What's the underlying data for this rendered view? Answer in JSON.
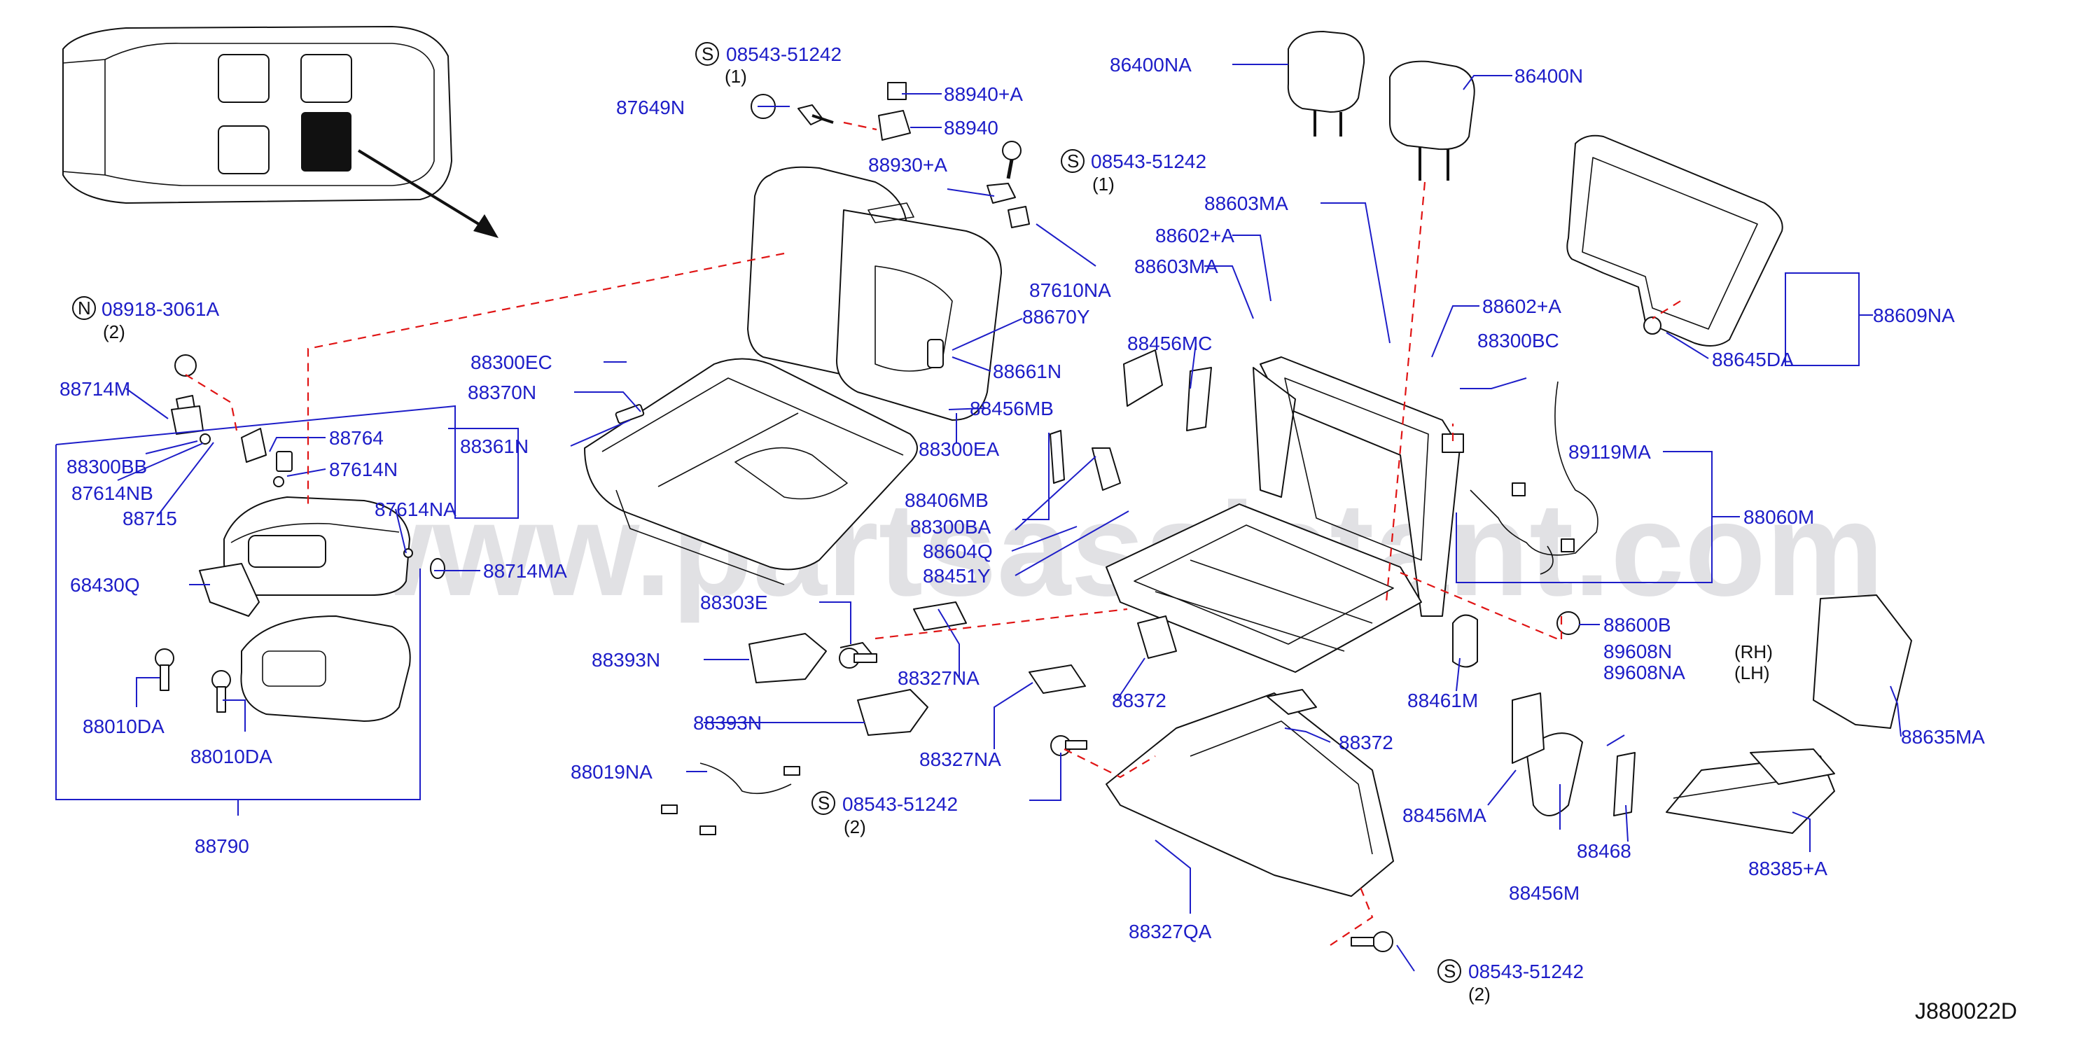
{
  "diagram": {
    "watermark": "www.partsassistant.com",
    "reference_code": "J880022D",
    "symbols": {
      "screw": "S",
      "nut": "N"
    },
    "labels": [
      {
        "id": "08543-51242-a",
        "text": "08543-51242",
        "sym": "S",
        "qty": "(1)"
      },
      {
        "id": "87649N",
        "text": "87649N"
      },
      {
        "id": "88940+A",
        "text": "88940+A"
      },
      {
        "id": "88940",
        "text": "88940"
      },
      {
        "id": "08543-51242-b",
        "text": "08543-51242",
        "sym": "S",
        "qty": "(1)"
      },
      {
        "id": "88930+A",
        "text": "88930+A"
      },
      {
        "id": "87610NA",
        "text": "87610NA"
      },
      {
        "id": "88670Y",
        "text": "88670Y"
      },
      {
        "id": "88661N",
        "text": "88661N"
      },
      {
        "id": "88456MB",
        "text": "88456MB"
      },
      {
        "id": "88300EA",
        "text": "88300EA"
      },
      {
        "id": "86400NA",
        "text": "86400NA"
      },
      {
        "id": "86400N",
        "text": "86400N"
      },
      {
        "id": "88603MA-a",
        "text": "88603MA"
      },
      {
        "id": "88602+A-a",
        "text": "88602+A"
      },
      {
        "id": "88603MA-b",
        "text": "88603MA"
      },
      {
        "id": "88602+A-b",
        "text": "88602+A"
      },
      {
        "id": "88456MC",
        "text": "88456MC"
      },
      {
        "id": "88300BC",
        "text": "88300BC"
      },
      {
        "id": "88609NA",
        "text": "88609NA"
      },
      {
        "id": "88645DA",
        "text": "88645DA"
      },
      {
        "id": "89119MA",
        "text": "89119MA"
      },
      {
        "id": "88060M",
        "text": "88060M"
      },
      {
        "id": "08918-3061A",
        "text": "08918-3061A",
        "sym": "N",
        "qty": "(2)"
      },
      {
        "id": "88714M",
        "text": "88714M"
      },
      {
        "id": "88300BB",
        "text": "88300BB"
      },
      {
        "id": "87614NB",
        "text": "87614NB"
      },
      {
        "id": "88715",
        "text": "88715"
      },
      {
        "id": "88764",
        "text": "88764"
      },
      {
        "id": "87614N",
        "text": "87614N"
      },
      {
        "id": "87614NA",
        "text": "87614NA"
      },
      {
        "id": "88714MA",
        "text": "88714MA"
      },
      {
        "id": "68430Q",
        "text": "68430Q"
      },
      {
        "id": "88010DA-a",
        "text": "88010DA"
      },
      {
        "id": "88010DA-b",
        "text": "88010DA"
      },
      {
        "id": "88790",
        "text": "88790"
      },
      {
        "id": "88300EC",
        "text": "88300EC"
      },
      {
        "id": "88370N",
        "text": "88370N"
      },
      {
        "id": "88361N",
        "text": "88361N"
      },
      {
        "id": "88406MB",
        "text": "88406MB"
      },
      {
        "id": "88300BA",
        "text": "88300BA"
      },
      {
        "id": "88604Q",
        "text": "88604Q"
      },
      {
        "id": "88451Y",
        "text": "88451Y"
      },
      {
        "id": "88303E",
        "text": "88303E"
      },
      {
        "id": "88393N-a",
        "text": "88393N"
      },
      {
        "id": "88327NA-a",
        "text": "88327NA"
      },
      {
        "id": "88393N-b",
        "text": "88393N"
      },
      {
        "id": "88327NA-b",
        "text": "88327NA"
      },
      {
        "id": "88019NA",
        "text": "88019NA"
      },
      {
        "id": "08543-51242-c",
        "text": "08543-51242",
        "sym": "S",
        "qty": "(2)"
      },
      {
        "id": "88372-a",
        "text": "88372"
      },
      {
        "id": "88372-b",
        "text": "88372"
      },
      {
        "id": "88327QA",
        "text": "88327QA"
      },
      {
        "id": "08543-51242-d",
        "text": "08543-51242",
        "sym": "S",
        "qty": "(2)"
      },
      {
        "id": "88461M",
        "text": "88461M"
      },
      {
        "id": "88600B",
        "text": "88600B"
      },
      {
        "id": "89608N",
        "text": "89608N",
        "note": "(RH)"
      },
      {
        "id": "89608NA",
        "text": "89608NA",
        "note": "(LH)"
      },
      {
        "id": "88456MA",
        "text": "88456MA"
      },
      {
        "id": "88468",
        "text": "88468"
      },
      {
        "id": "88456M",
        "text": "88456M"
      },
      {
        "id": "88635MA",
        "text": "88635MA"
      },
      {
        "id": "88385+A",
        "text": "88385+A"
      }
    ],
    "colors": {
      "label": "#1d1dc8",
      "leader": "#1d1dc8",
      "dashed_link": "#e01414",
      "ink": "#111111",
      "watermark": "#c9c9cf"
    }
  }
}
